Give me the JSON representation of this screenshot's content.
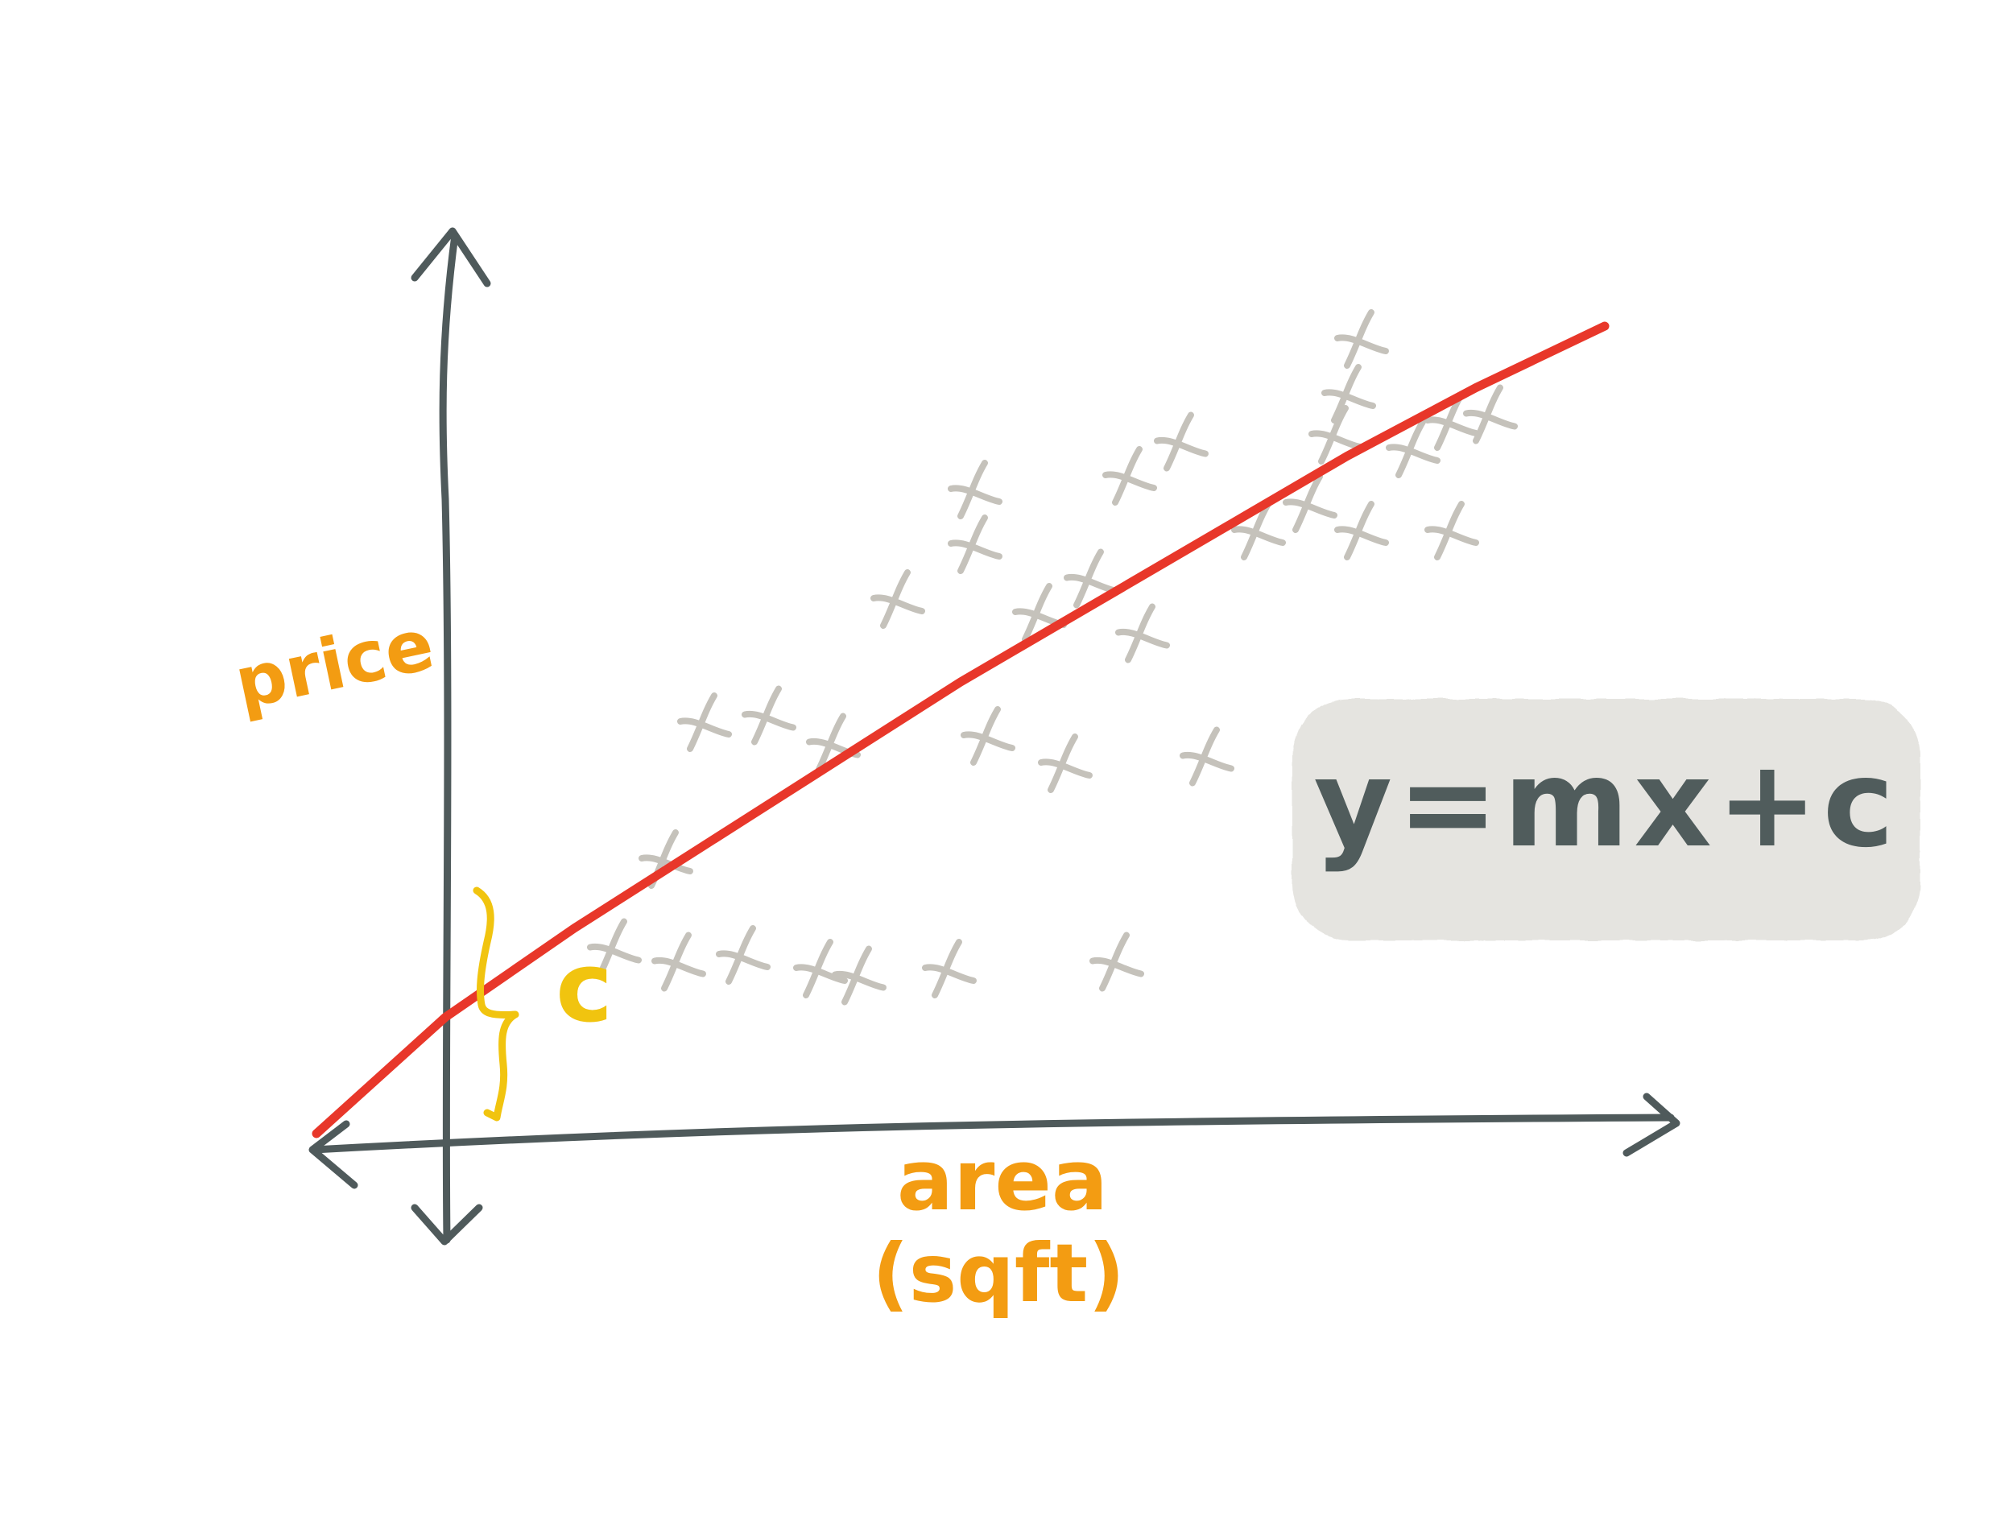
{
  "labels": {
    "y_axis": "price",
    "x_axis_line1": "area",
    "x_axis_line2": "(sqft)",
    "intercept": "c",
    "equation": "y=mx+c"
  },
  "colors": {
    "axis": "#4f5a5b",
    "fit_line": "#e8372a",
    "points": "#c5c2bb",
    "label": "#f39c12",
    "intercept": "#f1c40f",
    "equation_box": "#e5e4e0",
    "equation_text": "#505c5c",
    "background": "#ffffff"
  },
  "chart_data": {
    "type": "scatter",
    "x": [
      1.3,
      1.7,
      1.8,
      2.0,
      2.3,
      2.5,
      2.9,
      3.0,
      3.2,
      3.5,
      3.9,
      4.1,
      4.1,
      4.2,
      4.6,
      4.8,
      5.0,
      5.2,
      5.3,
      5.4,
      5.7,
      5.9,
      6.3,
      6.7,
      6.9,
      7.0,
      7.1,
      7.1,
      7.5,
      7.8,
      7.8,
      8.1
    ],
    "y": [
      2.7,
      4.0,
      2.5,
      6.0,
      2.6,
      6.1,
      2.4,
      5.7,
      2.3,
      7.8,
      2.4,
      8.6,
      9.4,
      5.8,
      7.6,
      5.4,
      8.1,
      2.5,
      9.6,
      7.3,
      10.1,
      5.5,
      8.8,
      9.2,
      10.2,
      10.8,
      8.8,
      11.6,
      10.0,
      10.4,
      8.8,
      10.5
    ],
    "fit_line": {
      "label": "y=mx+c",
      "x": [
        -1.0,
        0.0,
        1.0,
        2.0,
        3.0,
        4.0,
        5.0,
        6.0,
        7.0,
        8.0,
        9.0
      ],
      "y": [
        0.0,
        1.7,
        3.0,
        4.2,
        5.4,
        6.6,
        7.7,
        8.8,
        9.9,
        10.9,
        11.8
      ]
    },
    "intercept_label": "c",
    "title": "",
    "xlabel": "area (sqft)",
    "ylabel": "price",
    "xlim": [
      -1.0,
      9.5
    ],
    "ylim": [
      -2.3,
      12.8
    ],
    "axes_origin": [
      0,
      0
    ],
    "grid": false,
    "legend": "none"
  }
}
